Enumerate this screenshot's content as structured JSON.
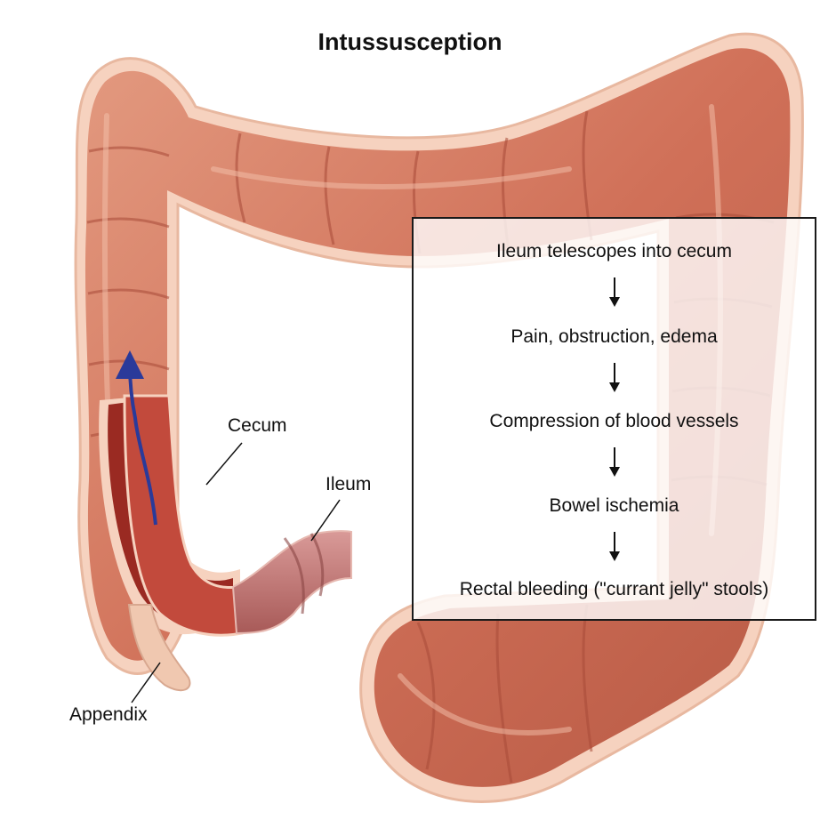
{
  "title": "Intussusception",
  "labels": {
    "cecum": "Cecum",
    "ileum": "Ileum",
    "appendix": "Appendix"
  },
  "flow": {
    "steps": [
      "Ileum telescopes into cecum",
      "Pain, obstruction, edema",
      "Compression of blood vessels",
      "Bowel ischemia",
      "Rectal bleeding (\"currant jelly\" stools)"
    ]
  },
  "colors": {
    "colon": "#d47a62",
    "colon_dark": "#b24e3a",
    "colon_edge": "#f6d2bf",
    "lumen": "#9a2a22",
    "ileum": "#c97a78",
    "arrow": "#2a3a9a"
  }
}
